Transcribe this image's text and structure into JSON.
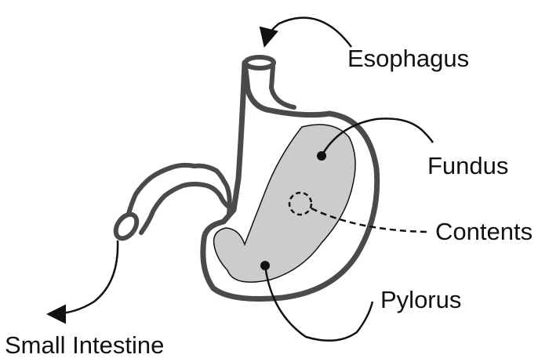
{
  "labels": {
    "esophagus": "Esophagus",
    "fundus": "Fundus",
    "contents": "Contents",
    "pylorus": "Pylorus",
    "small_intestine": "Small Intestine"
  },
  "colors": {
    "wall": "#4a4a4a",
    "contents_fill": "#cccccc",
    "leader": "#111111",
    "text": "#111111"
  }
}
